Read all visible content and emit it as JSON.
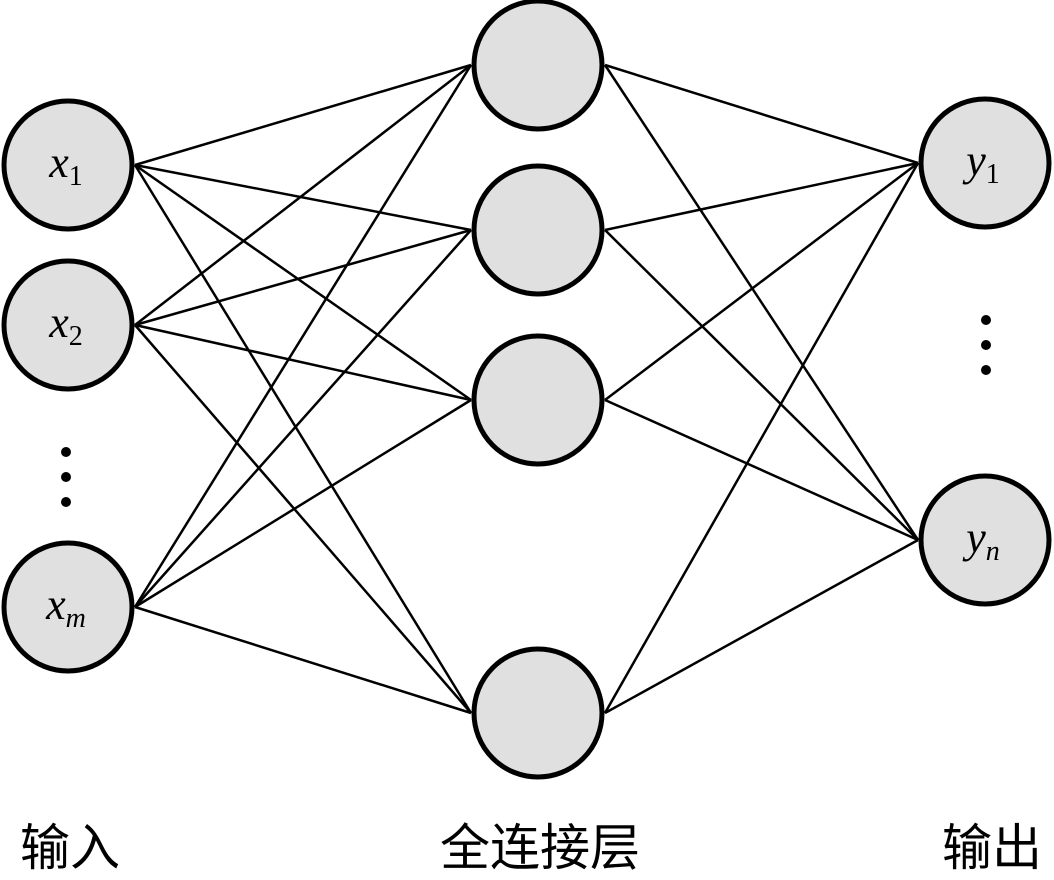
{
  "inputs": [
    {
      "base": "x",
      "sub": "1"
    },
    {
      "base": "x",
      "sub": "2"
    },
    {
      "base": "x",
      "sub": "m"
    }
  ],
  "hidden_count": 4,
  "outputs": [
    {
      "base": "y",
      "sub": "1"
    },
    {
      "base": "y",
      "sub": "n"
    }
  ],
  "captions": {
    "input": "输入",
    "hidden": "全连接层",
    "output": "输出"
  },
  "colors": {
    "node_fill": "#e0e0e0",
    "stroke": "#000000"
  }
}
